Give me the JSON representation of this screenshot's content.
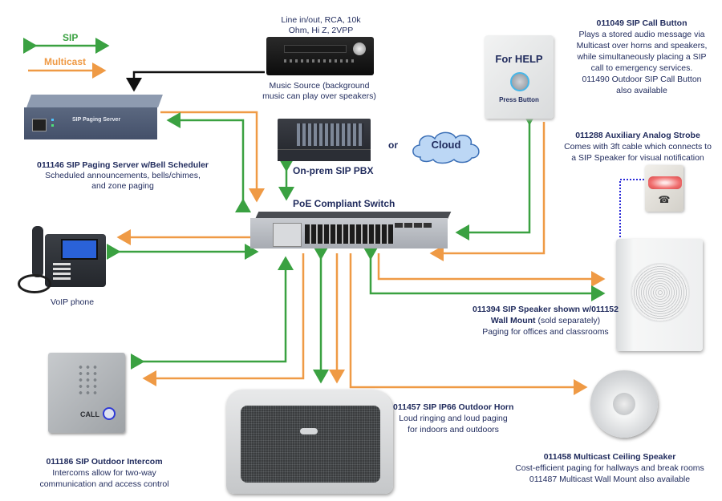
{
  "legend": {
    "sip": {
      "label": "SIP",
      "color": "#3aa141"
    },
    "multicast": {
      "label": "Multicast",
      "color": "#ef9a45"
    }
  },
  "colors": {
    "text": "#1f2a5c",
    "strobe_link": "#2a2ad8",
    "audio_link": "#111111",
    "cloud_fill": "#bcd7f5",
    "cloud_stroke": "#3b6fb6"
  },
  "music_source": {
    "spec_line1": "Line in/out, RCA, 10k",
    "spec_line2": "Ohm, Hi Z, 2VPP",
    "caption_line1": "Music Source (background",
    "caption_line2": "music can play over speakers)"
  },
  "paging_server": {
    "device_label": "SIP Paging Server",
    "title": "011146 SIP Paging Server w/Bell Scheduler",
    "desc_line1": "Scheduled announcements, bells/chimes,",
    "desc_line2": "and zone paging"
  },
  "pbx": {
    "title": "On-prem SIP PBX"
  },
  "or_label": "or",
  "cloud": {
    "label": "Cloud"
  },
  "switch": {
    "title": "PoE Compliant Switch"
  },
  "call_button": {
    "device_line1": "For HELP",
    "device_line2": "Press Button",
    "title": "011049 SIP Call Button",
    "desc_lines": [
      "Plays a stored audio message via",
      "Multicast over horns and speakers,",
      "while simultaneously placing a SIP",
      "call to emergency services.",
      "011490 Outdoor SIP Call Button",
      "also available"
    ]
  },
  "strobe": {
    "title": "011288 Auxiliary Analog Strobe",
    "desc_line1": "Comes with 3ft cable which connects to",
    "desc_line2": "a SIP Speaker for visual notification"
  },
  "voip_phone": {
    "title": "VoIP phone"
  },
  "sip_speaker": {
    "title": "011394 SIP Speaker shown w/011152",
    "title2_bold": "Wall Mount",
    "title2_rest": " (sold separately)",
    "desc": "Paging for offices and classrooms"
  },
  "intercom": {
    "device_label": "CALL",
    "title": "011186 SIP Outdoor Intercom",
    "desc_line1": "Intercoms allow for two-way",
    "desc_line2": "communication and access control"
  },
  "horn": {
    "title": "011457 SIP IP66 Outdoor Horn",
    "desc_line1": "Loud ringing and loud paging",
    "desc_line2": "for indoors and outdoors"
  },
  "ceiling_speaker": {
    "title": "011458 Multicast Ceiling Speaker",
    "desc_line1": "Cost-efficient paging for hallways and break rooms",
    "desc_line2": "011487 Multicast Wall Mount also available"
  }
}
